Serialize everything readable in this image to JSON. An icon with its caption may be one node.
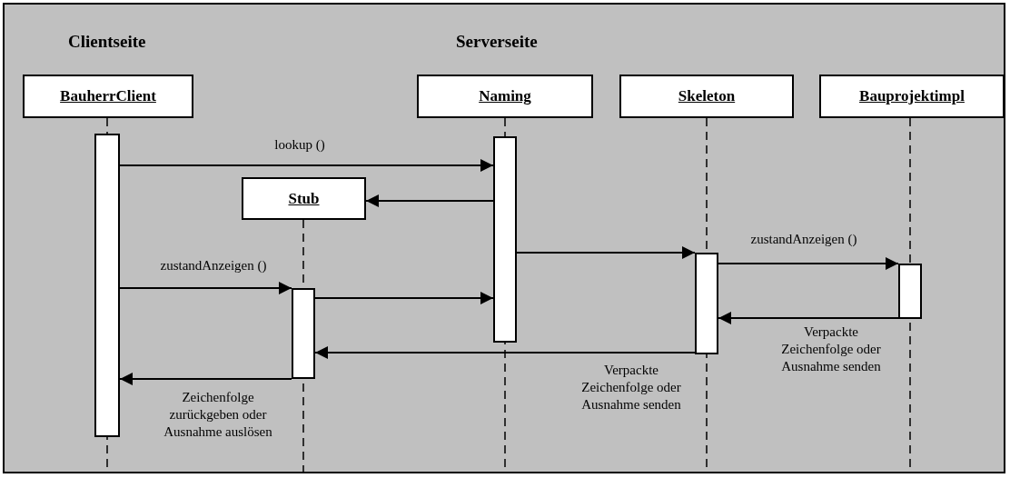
{
  "diagram": {
    "nodes": [
      {
        "text": [
          "BauherrClient"
        ]
      },
      {
        "text": [
          "Naming"
        ]
      },
      {
        "text": [
          "Skeleton"
        ]
      },
      {
        "text": [
          "Bauprojektimpl"
        ]
      },
      {
        "text": [
          "Stub"
        ]
      },
      {
        "text": [],
        "shape": "bar"
      },
      {
        "text": [],
        "shape": "bar"
      },
      {
        "text": [],
        "shape": "bar"
      },
      {
        "text": [],
        "shape": "bar"
      },
      {
        "text": [],
        "shape": "bar"
      }
    ],
    "edges": [
      {
        "from": 5,
        "to": 6,
        "arrow": "to",
        "label": "lookup ()"
      },
      {
        "from": 6,
        "to": 4,
        "arrow": "to"
      },
      {
        "from": 6,
        "to": 8,
        "arrow": "to"
      },
      {
        "from": 5,
        "to": 7,
        "arrow": "to",
        "label": "zustandAnzeigen ()"
      },
      {
        "from": 7,
        "to": 6,
        "arrow": "to"
      },
      {
        "from": 8,
        "to": 9,
        "arrow": "to",
        "label": "zustandAnzeigen ()"
      },
      {
        "from": 9,
        "to": 8,
        "arrow": "to",
        "label": "Verpackte Zeichenfolge oder Ausnahme senden"
      },
      {
        "from": 8,
        "to": 7,
        "arrow": "to",
        "label": "Verpackte Zeichenfolge oder Ausnahme senden"
      },
      {
        "from": 7,
        "to": 5,
        "arrow": "to",
        "label": "Zeichenfolge zurückgeben oder Ausnahme auslösen"
      }
    ],
    "labels": [
      "Clientseite",
      "Serverseite"
    ]
  }
}
